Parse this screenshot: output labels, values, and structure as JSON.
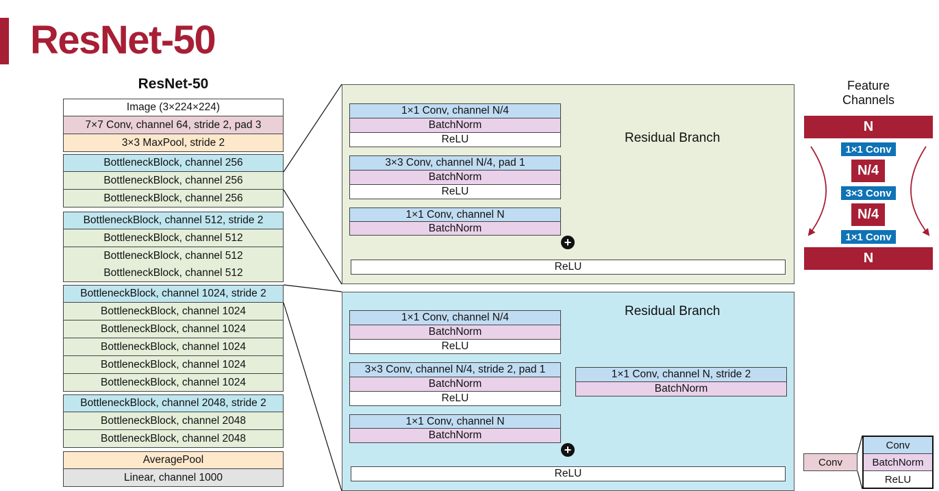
{
  "page_title": "ResNet-50",
  "column_title": "ResNet-50",
  "layers": [
    {
      "label": "Image (3×224×224)",
      "color": "#ffffff"
    },
    {
      "label": "7×7 Conv, channel 64, stride 2, pad 3",
      "color": "#ead0d6"
    },
    {
      "label": "3×3 MaxPool, stride 2",
      "color": "#fde8cc"
    },
    {
      "label": "BottleneckBlock, channel 256",
      "color": "#bfe6ef"
    },
    {
      "label": "BottleneckBlock, channel 256",
      "color": "#e4eed9"
    },
    {
      "label": "BottleneckBlock, channel 256",
      "color": "#e4eed9"
    },
    {
      "label": "BottleneckBlock, channel 512, stride 2",
      "color": "#bfe6ef"
    },
    {
      "label": "BottleneckBlock, channel 512",
      "color": "#e4eed9"
    },
    {
      "label": "BottleneckBlock, channel 512",
      "color": "#e4eed9"
    },
    {
      "label": "BottleneckBlock, channel 512",
      "color": "#e4eed9"
    },
    {
      "label": "BottleneckBlock, channel 1024, stride 2",
      "color": "#bfe6ef"
    },
    {
      "label": "BottleneckBlock, channel 1024",
      "color": "#e4eed9"
    },
    {
      "label": "BottleneckBlock, channel 1024",
      "color": "#e4eed9"
    },
    {
      "label": "BottleneckBlock, channel 1024",
      "color": "#e4eed9"
    },
    {
      "label": "BottleneckBlock, channel 1024",
      "color": "#e4eed9"
    },
    {
      "label": "BottleneckBlock, channel 1024",
      "color": "#e4eed9"
    },
    {
      "label": "BottleneckBlock, channel 2048, stride 2",
      "color": "#bfe6ef"
    },
    {
      "label": "BottleneckBlock, channel 2048",
      "color": "#e4eed9"
    },
    {
      "label": "BottleneckBlock, channel 2048",
      "color": "#e4eed9"
    },
    {
      "label": "AveragePool",
      "color": "#fde8cc"
    },
    {
      "label": "Linear, channel 1000",
      "color": "#e3e3e3"
    }
  ],
  "block_plain": {
    "branch_label": "Residual Branch",
    "conv1": "1×1 Conv, channel N/4",
    "bn1": "BatchNorm",
    "relu1": "ReLU",
    "conv2": "3×3 Conv, channel N/4, pad 1",
    "bn2": "BatchNorm",
    "relu2": "ReLU",
    "conv3": "1×1 Conv, channel N",
    "bn3": "BatchNorm",
    "relu_out": "ReLU",
    "panel_color": "#e9efdb"
  },
  "block_downsample": {
    "branch_label": "Residual Branch",
    "conv1": "1×1 Conv, channel N/4",
    "bn1": "BatchNorm",
    "relu1": "ReLU",
    "conv2": "3×3 Conv, channel N/4, stride 2, pad 1",
    "bn2": "BatchNorm",
    "relu2": "ReLU",
    "conv3": "1×1 Conv, channel N",
    "bn3": "BatchNorm",
    "shortcut_conv": "1×1 Conv, channel N, stride 2",
    "shortcut_bn": "BatchNorm",
    "relu_out": "ReLU",
    "panel_color": "#c5e9f2"
  },
  "plus_symbol": "+",
  "feature_channels": {
    "title_line1": "Feature",
    "title_line2": "Channels",
    "n_top": "N",
    "conv_a": "1×1 Conv",
    "n4_a": "N/4",
    "conv_b": "3×3 Conv",
    "n4_b": "N/4",
    "conv_c": "1×1 Conv",
    "n_bottom": "N",
    "accent": "#a71f35",
    "conv_color": "#0f73b6"
  },
  "legend": {
    "short": "Conv",
    "full_conv": "Conv",
    "full_bn": "BatchNorm",
    "full_relu": "ReLU"
  },
  "colors": {
    "brand": "#a71f35"
  }
}
